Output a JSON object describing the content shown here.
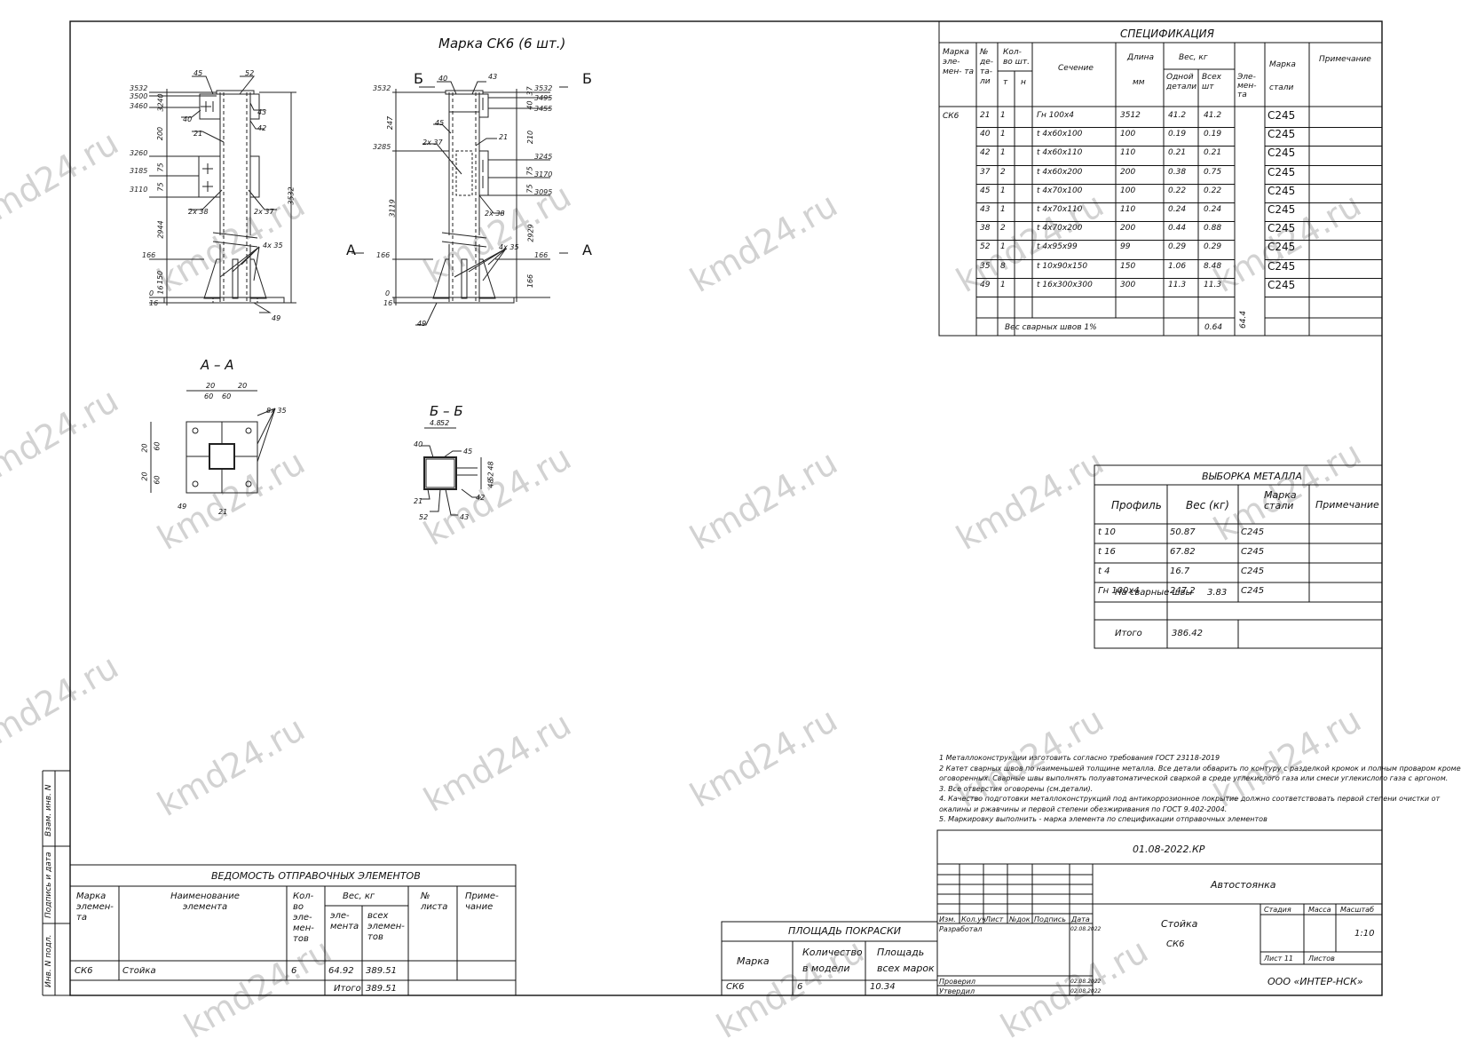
{
  "drawing": {
    "title": "Марка СК6 (6 шт.)",
    "section_aa": "А – А",
    "section_bb": "Б – Б",
    "cut_a": "А",
    "cut_b": "Б",
    "elev_left": {
      "levels": [
        "3532",
        "3500",
        "3460",
        "3260",
        "3185",
        "3110",
        "166",
        "0",
        "16"
      ],
      "dims": [
        "40",
        "32",
        "200",
        "75",
        "75",
        "2944",
        "150",
        "16",
        "3532"
      ],
      "parts": [
        "45",
        "52",
        "43",
        "40",
        "42",
        "21",
        "2х 38",
        "2х 37",
        "4х 35",
        "49"
      ]
    },
    "elev_right": {
      "levels": [
        "3532",
        "3495",
        "3455",
        "3285",
        "3245",
        "3170",
        "3095",
        "166",
        "0",
        "16",
        "166"
      ],
      "dims": [
        "247",
        "3119",
        "37",
        "40",
        "210",
        "75",
        "75",
        "2929",
        "166"
      ],
      "parts": [
        "40",
        "43",
        "45",
        "21",
        "2х 37",
        "2х 38",
        "4х 35",
        "49"
      ]
    },
    "aa": {
      "dims": [
        "20",
        "60",
        "60",
        "20",
        "20",
        "60",
        "20",
        "60"
      ],
      "parts": [
        "8х 35",
        "49",
        "21"
      ]
    },
    "bb": {
      "dims": [
        "4.8",
        "52",
        "48",
        "52",
        "48"
      ],
      "parts": [
        "40",
        "45",
        "21",
        "52",
        "43",
        "42"
      ]
    }
  },
  "spec": {
    "title": "СПЕЦИФИКАЦИЯ",
    "h_mark": "Марка эле- мен- та",
    "h_no": "№ де- та- ли",
    "h_qty": "Кол-во шт.",
    "h_t": "т",
    "h_n": "н",
    "h_section": "Сечение",
    "h_length": "Длина",
    "h_mm": "мм",
    "h_weight": "Вес, кг",
    "h_one": "Одной детали",
    "h_all": "Всех шт",
    "h_elem": "Эле- мен- та",
    "h_steel": "Марка стали",
    "h_note": "Примечание",
    "mark": "СК6",
    "rows": [
      {
        "no": "21",
        "q": "1",
        "sec": "Гн   100х4",
        "len": "3512",
        "one": "41.2",
        "all": "41.2",
        "steel": "C245"
      },
      {
        "no": "40",
        "q": "1",
        "sec": "t 4х60х100",
        "len": "100",
        "one": "0.19",
        "all": "0.19",
        "steel": "C245"
      },
      {
        "no": "42",
        "q": "1",
        "sec": "t 4х60х110",
        "len": "110",
        "one": "0.21",
        "all": "0.21",
        "steel": "C245"
      },
      {
        "no": "37",
        "q": "2",
        "sec": "t 4х60х200",
        "len": "200",
        "one": "0.38",
        "all": "0.75",
        "steel": "C245"
      },
      {
        "no": "45",
        "q": "1",
        "sec": "t 4х70х100",
        "len": "100",
        "one": "0.22",
        "all": "0.22",
        "steel": "C245"
      },
      {
        "no": "43",
        "q": "1",
        "sec": "t 4х70х110",
        "len": "110",
        "one": "0.24",
        "all": "0.24",
        "steel": "C245"
      },
      {
        "no": "38",
        "q": "2",
        "sec": "t 4х70х200",
        "len": "200",
        "one": "0.44",
        "all": "0.88",
        "steel": "C245"
      },
      {
        "no": "52",
        "q": "1",
        "sec": "t 4х95х99",
        "len": "99",
        "one": "0.29",
        "all": "0.29",
        "steel": "C245"
      },
      {
        "no": "35",
        "q": "8",
        "sec": "t 10х90х150",
        "len": "150",
        "one": "1.06",
        "all": "8.48",
        "steel": "C245"
      },
      {
        "no": "49",
        "q": "1",
        "sec": "t 16х300х300",
        "len": "300",
        "one": "11.3",
        "all": "11.3",
        "steel": "C245"
      }
    ],
    "weld_label": "Вес сварных швов       1%",
    "weld_value": "0.64",
    "elem_total": "64.4"
  },
  "metal": {
    "title": "ВЫБОРКА МЕТАЛЛА",
    "h_profile": "Профиль",
    "h_weight": "Вес (кг)",
    "h_steel": "Марка стали",
    "h_note": "Примечание",
    "rows": [
      {
        "p": "t 10",
        "w": "50.87",
        "s": "C245"
      },
      {
        "p": "t 16",
        "w": "67.82",
        "s": "C245"
      },
      {
        "p": "t 4",
        "w": "16.7",
        "s": "C245"
      },
      {
        "p": "Гн   100х4",
        "w": "247.2",
        "s": "C245"
      }
    ],
    "weld_label": "На сварные швы",
    "weld_value": "3.83",
    "total_label": "Итого",
    "total_value": "386.42"
  },
  "notes": [
    "1  Металлоконструкции изготовить согласно требования ГОСТ 23118-2019",
    "2  Катет сварных швов по наименьшей толщине металла. Все детали обварить по контуру с разделкой кромок и полным проваром кроме",
    "оговоренных. Сварные швы выполнять полуавтоматической сваркой в среде углекислого газа или смеси углекислого газа с аргоном.",
    "3. Все отверстия оговорены (см.детали).",
    "4. Качество подготовки металлоконструкций под антикоррозионное покрытие должно соответствовать первой степени очистки от",
    "окалины и   ржавчины и первой степени обезжиривания по ГОСТ 9.402-2004.",
    "5. Маркировку выполнить - марка элемента по спецификации отправочных элементов"
  ],
  "vedomost": {
    "title": "ВЕДОМОСТЬ ОТПРАВОЧНЫХ ЭЛЕМЕНТОВ",
    "h_mark": "Марка элемен- та",
    "h_name": "Наименование элемента",
    "h_qty": "Кол-во эле- мен- тов",
    "h_weight": "Вес, кг",
    "h_elem": "эле- мента",
    "h_all": "всех элемен- тов",
    "h_sheet": "№ листа",
    "h_note": "Приме- чание",
    "row": {
      "mark": "СК6",
      "name": "Стойка",
      "qty": "6",
      "elem": "64.92",
      "all": "389.51"
    },
    "total_label": "Итого",
    "total_value": "389.51"
  },
  "paint": {
    "title": "ПЛОЩАДЬ ПОКРАСКИ",
    "h_mark": "Марка",
    "h_qty": "Количество в модели",
    "h_area": "Площадь всех марок",
    "row": {
      "mark": "СК6",
      "qty": "6",
      "area": "10.34"
    }
  },
  "stamp": {
    "code": "01.08-2022.КР",
    "object": "Автостоянка",
    "name1": "Стойка",
    "name2": "СК6",
    "h_izm": "Изм.",
    "h_kol": "Кол.уч",
    "h_list": "Лист",
    "h_doc": "№док",
    "h_sign": "Подпись",
    "h_date": "Дата",
    "razrab": "Разработал",
    "proveril": "Проверил",
    "utverdil": "Утвердил",
    "date": "02.08.2022",
    "h_stage": "Стадия",
    "h_mass": "Масса",
    "h_scale": "Масштаб",
    "scale": "1:10",
    "sheet": "Лист 11",
    "sheets": "Листов",
    "company": "ООО «ИНТЕР-НСК»"
  },
  "side": {
    "inv_no": "Взам. инв. N",
    "sign_date": "Подпись и дата",
    "inv_podl": "Инв. N подл."
  },
  "watermark": "kmd24.ru"
}
